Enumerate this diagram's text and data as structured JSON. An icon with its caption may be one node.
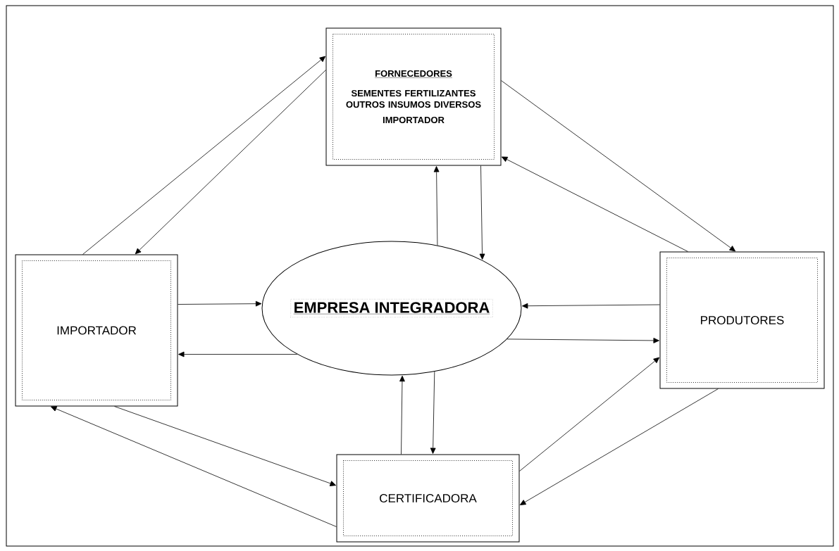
{
  "diagram": {
    "nodes": [
      {
        "text": [
          "FORNECEDORES",
          "SEMENTES FERTILIZANTES OUTROS INSUMOS DIVERSOS",
          "IMPORTADOR"
        ]
      },
      {
        "text": [
          "IMPORTADOR"
        ]
      },
      {
        "text": [
          "EMPRESA INTEGRADORA"
        ]
      },
      {
        "text": [
          "PRODUTORES"
        ]
      },
      {
        "text": [
          "CERTIFICADORA"
        ]
      }
    ],
    "edges": [
      {
        "from": 1,
        "to": 0,
        "arrow": "to"
      },
      {
        "from": 0,
        "to": 1,
        "arrow": "to"
      },
      {
        "from": 0,
        "to": 3,
        "arrow": "to"
      },
      {
        "from": 3,
        "to": 0,
        "arrow": "to"
      },
      {
        "from": 2,
        "to": 0,
        "arrow": "to"
      },
      {
        "from": 0,
        "to": 2,
        "arrow": "to"
      },
      {
        "from": 1,
        "to": 2,
        "arrow": "to"
      },
      {
        "from": 2,
        "to": 1,
        "arrow": "to"
      },
      {
        "from": 3,
        "to": 2,
        "arrow": "to"
      },
      {
        "from": 2,
        "to": 3,
        "arrow": "to"
      },
      {
        "from": 2,
        "to": 4,
        "arrow": "to"
      },
      {
        "from": 4,
        "to": 2,
        "arrow": "to"
      },
      {
        "from": 4,
        "to": 1,
        "arrow": "to"
      },
      {
        "from": 1,
        "to": 4,
        "arrow": "to"
      },
      {
        "from": 4,
        "to": 3,
        "arrow": "to"
      },
      {
        "from": 3,
        "to": 4,
        "arrow": "to"
      }
    ]
  }
}
